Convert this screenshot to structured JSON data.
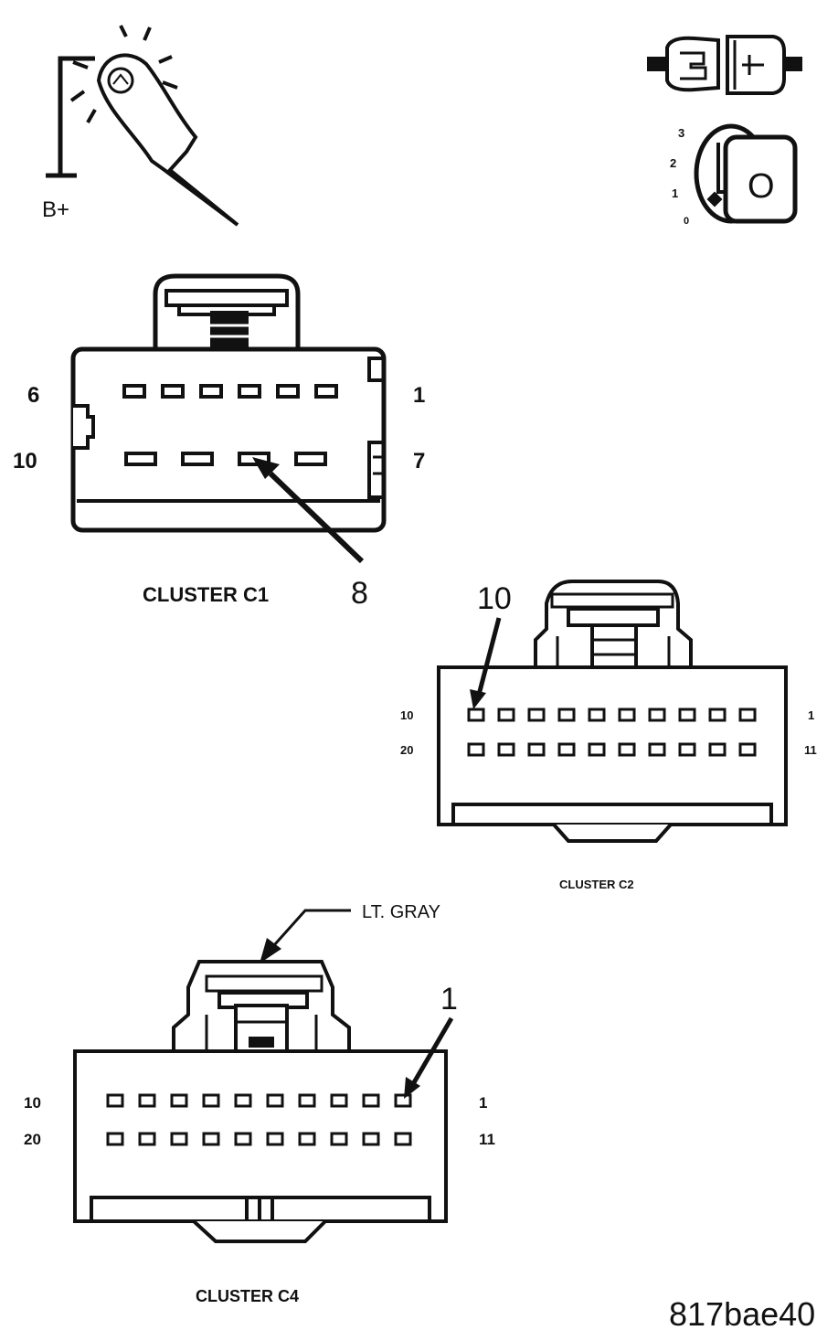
{
  "probe": {
    "supply_label": "B+"
  },
  "ignition": {
    "positions": [
      "3",
      "2",
      "1",
      "0"
    ],
    "key_label": "O"
  },
  "connectors": {
    "c1": {
      "title": "CLUSTER C1",
      "top_left": "6",
      "top_right": "1",
      "bottom_left": "10",
      "bottom_right": "7",
      "callout": "8"
    },
    "c2": {
      "title": "CLUSTER C2",
      "top_left": "10",
      "top_right": "1",
      "bottom_left": "20",
      "bottom_right": "11",
      "callout": "10"
    },
    "c4": {
      "title": "CLUSTER C4",
      "top_left": "10",
      "top_right": "1",
      "bottom_left": "20",
      "bottom_right": "11",
      "callout": "1",
      "color_label": "LT. GRAY"
    }
  },
  "figure_code": "817bae40"
}
